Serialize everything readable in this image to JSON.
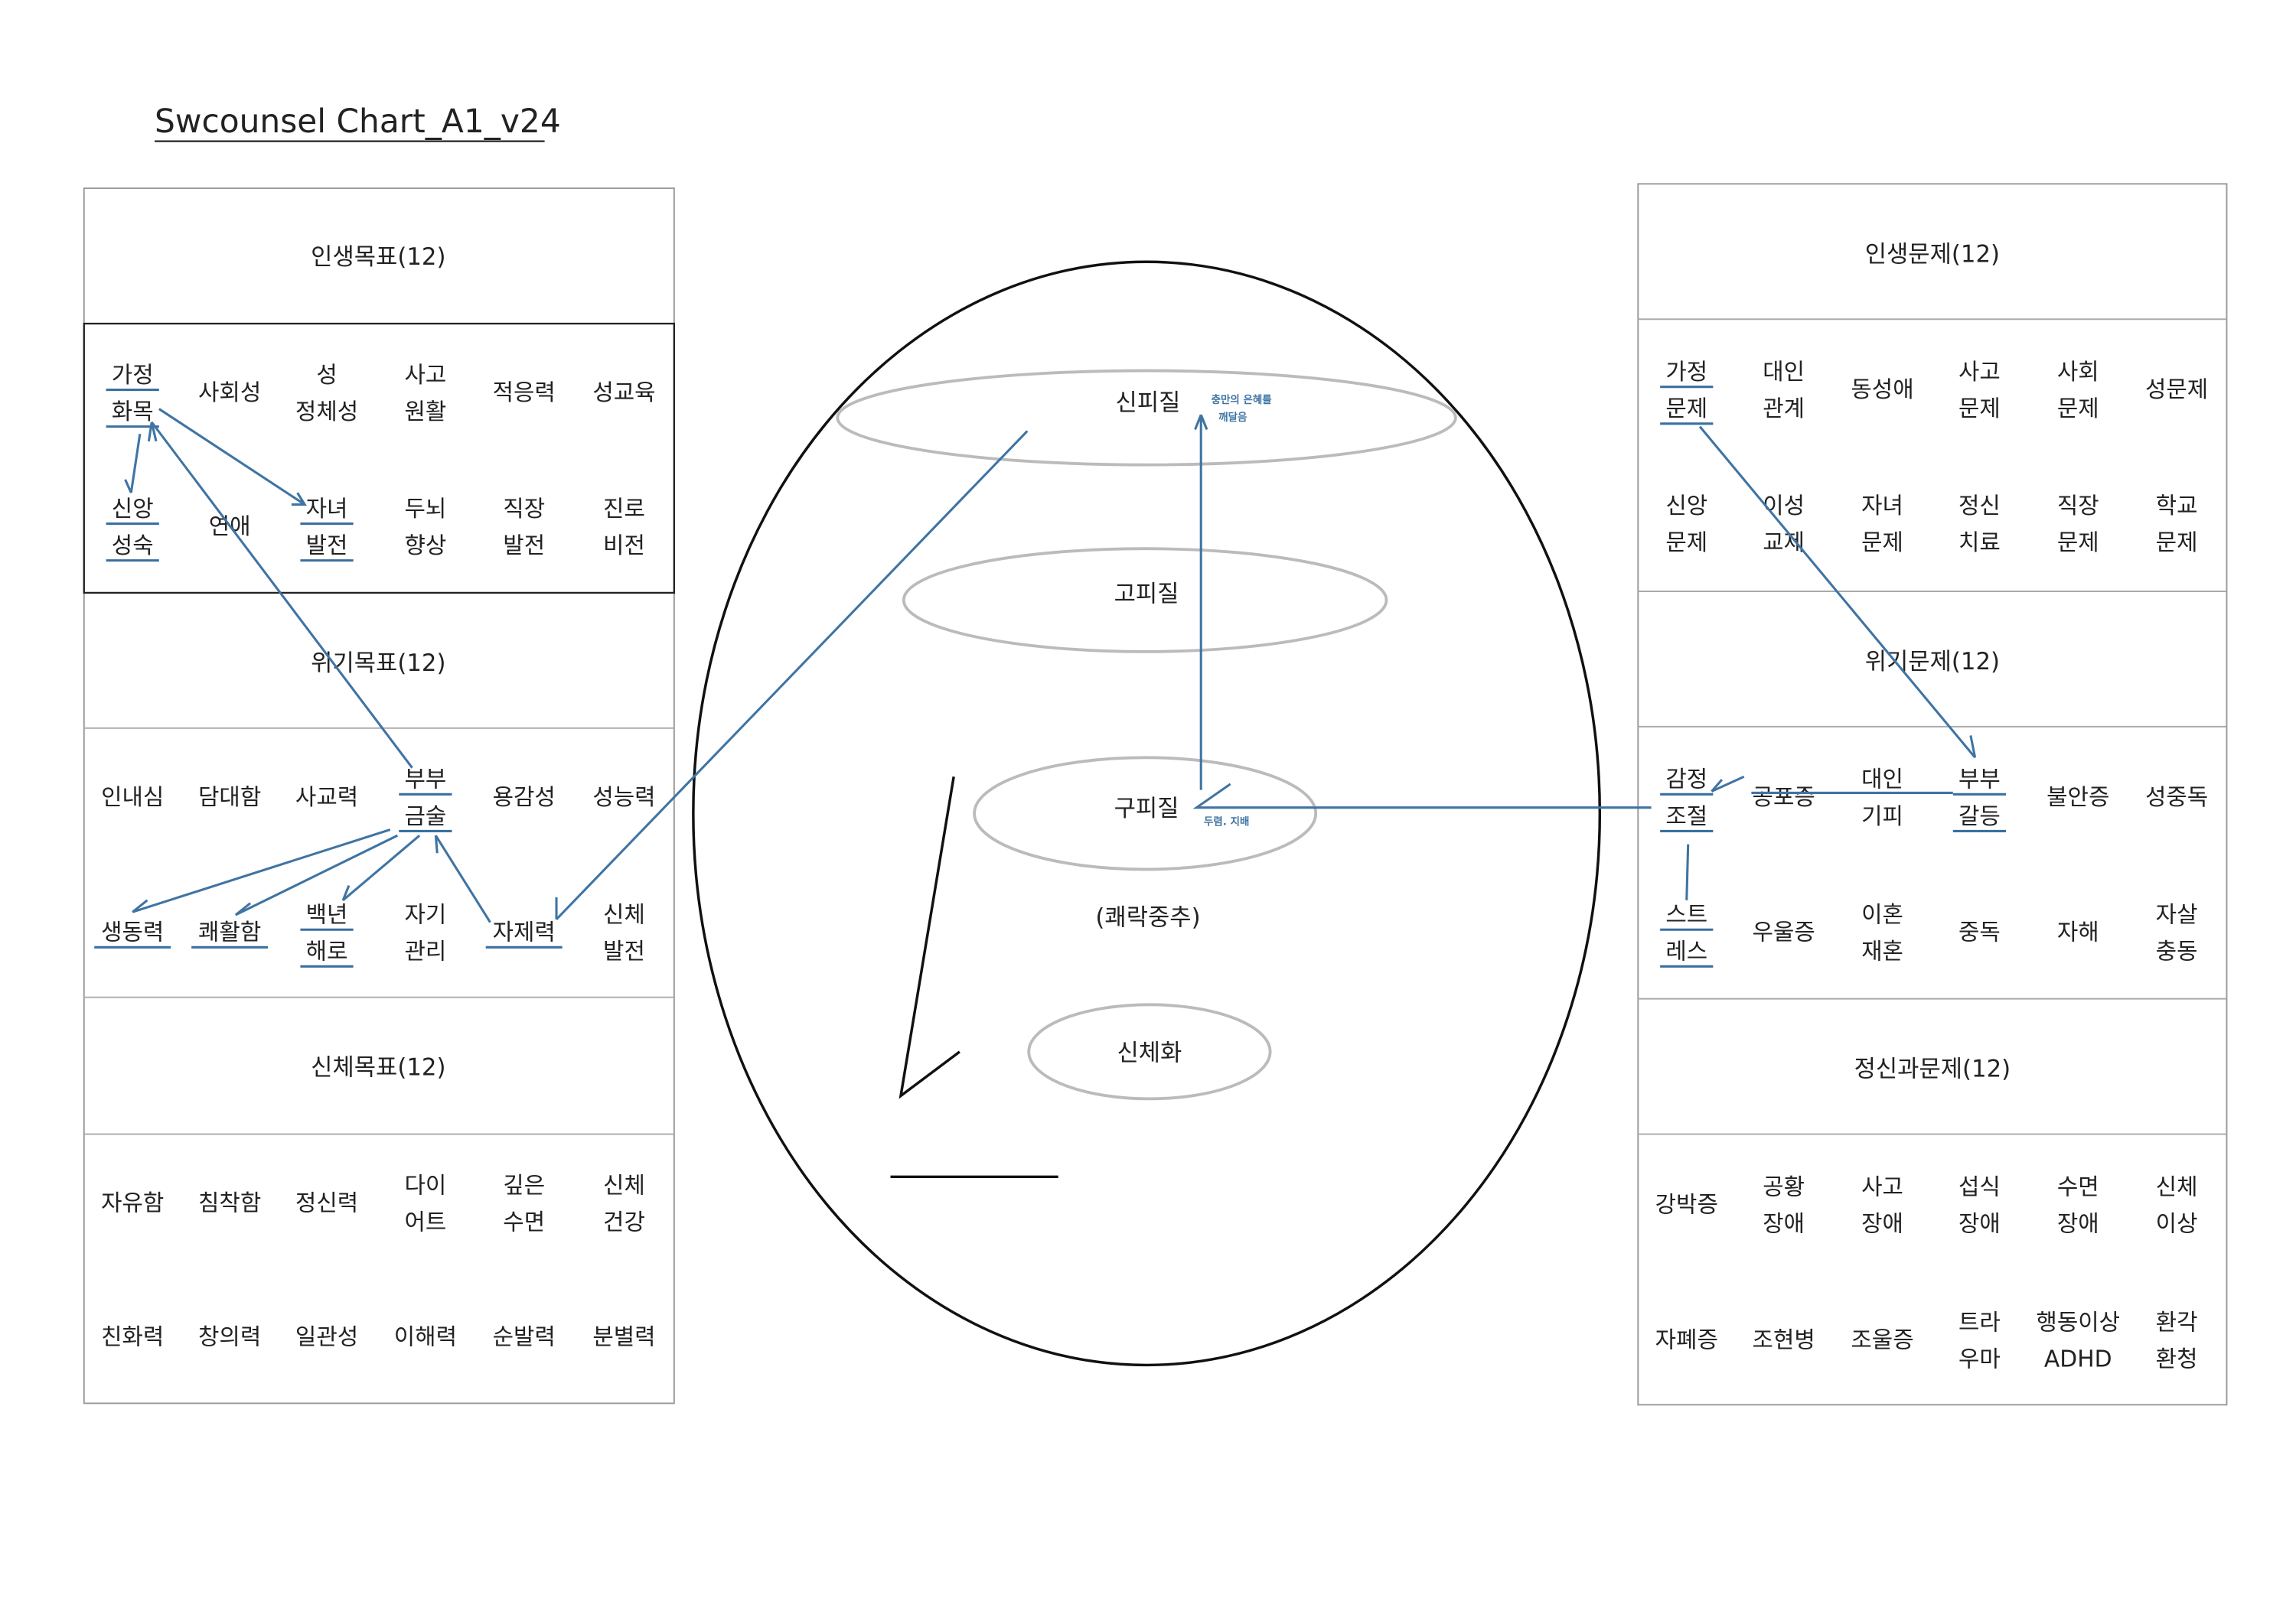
{
  "title": "Swcounsel Chart_A1_v24",
  "left_panel": {
    "sections": [
      {
        "title": "인생목표(12)",
        "cells": [
          [
            "가정",
            "화목"
          ],
          [
            "사회성"
          ],
          [
            "성",
            "정체성"
          ],
          [
            "사고",
            "원활"
          ],
          [
            "적응력"
          ],
          [
            "성교육"
          ],
          [
            "신앙",
            "성숙"
          ],
          [
            "연애"
          ],
          [
            "자녀",
            "발전"
          ],
          [
            "두뇌",
            "향상"
          ],
          [
            "직장",
            "발전"
          ],
          [
            "진로",
            "비전"
          ]
        ]
      },
      {
        "title": "위기목표(12)",
        "cells": [
          [
            "인내심"
          ],
          [
            "담대함"
          ],
          [
            "사교력"
          ],
          [
            "부부",
            "금술"
          ],
          [
            "용감성"
          ],
          [
            "성능력"
          ],
          [
            "생동력"
          ],
          [
            "쾌활함"
          ],
          [
            "백년",
            "해로"
          ],
          [
            "자기",
            "관리"
          ],
          [
            "자제력"
          ],
          [
            "신체",
            "발전"
          ]
        ]
      },
      {
        "title": "신체목표(12)",
        "cells": [
          [
            "자유함"
          ],
          [
            "침착함"
          ],
          [
            "정신력"
          ],
          [
            "다이",
            "어트"
          ],
          [
            "깊은",
            "수면"
          ],
          [
            "신체",
            "건강"
          ],
          [
            "친화력"
          ],
          [
            "창의력"
          ],
          [
            "일관성"
          ],
          [
            "이해력"
          ],
          [
            "순발력"
          ],
          [
            "분별력"
          ]
        ]
      }
    ]
  },
  "right_panel": {
    "sections": [
      {
        "title": "인생문제(12)",
        "cells": [
          [
            "가정",
            "문제"
          ],
          [
            "대인",
            "관계"
          ],
          [
            "동성애"
          ],
          [
            "사고",
            "문제"
          ],
          [
            "사회",
            "문제"
          ],
          [
            "성문제"
          ],
          [
            "신앙",
            "문제"
          ],
          [
            "이성",
            "교제"
          ],
          [
            "자녀",
            "문제"
          ],
          [
            "정신",
            "치료"
          ],
          [
            "직장",
            "문제"
          ],
          [
            "학교",
            "문제"
          ]
        ]
      },
      {
        "title": "위기문제(12)",
        "cells": [
          [
            "감정",
            "조절"
          ],
          [
            "공포증"
          ],
          [
            "대인",
            "기피"
          ],
          [
            "부부",
            "갈등"
          ],
          [
            "불안증"
          ],
          [
            "성중독"
          ],
          [
            "스트",
            "레스"
          ],
          [
            "우울증"
          ],
          [
            "이혼",
            "재혼"
          ],
          [
            "중독"
          ],
          [
            "자해"
          ],
          [
            "자살",
            "충동"
          ]
        ]
      },
      {
        "title": "정신과문제(12)",
        "cells": [
          [
            "강박증"
          ],
          [
            "공황",
            "장애"
          ],
          [
            "사고",
            "장애"
          ],
          [
            "섭식",
            "장애"
          ],
          [
            "수면",
            "장애"
          ],
          [
            "신체",
            "이상"
          ],
          [
            "자폐증"
          ],
          [
            "조현병"
          ],
          [
            "조울증"
          ],
          [
            "트라",
            "우마"
          ],
          [
            "행동이상",
            "ADHD"
          ],
          [
            "환각",
            "환청"
          ]
        ]
      }
    ]
  },
  "brain": {
    "layers": [
      "신피질",
      "고피질",
      "구피질",
      "신체화"
    ],
    "pleasure_center": "(쾌락중추)",
    "note_neocortex": [
      "충만의 은혜를",
      "깨달음"
    ],
    "note_paleo": "두렴. 지배"
  },
  "colors": {
    "annotation": "#3f74a3"
  }
}
